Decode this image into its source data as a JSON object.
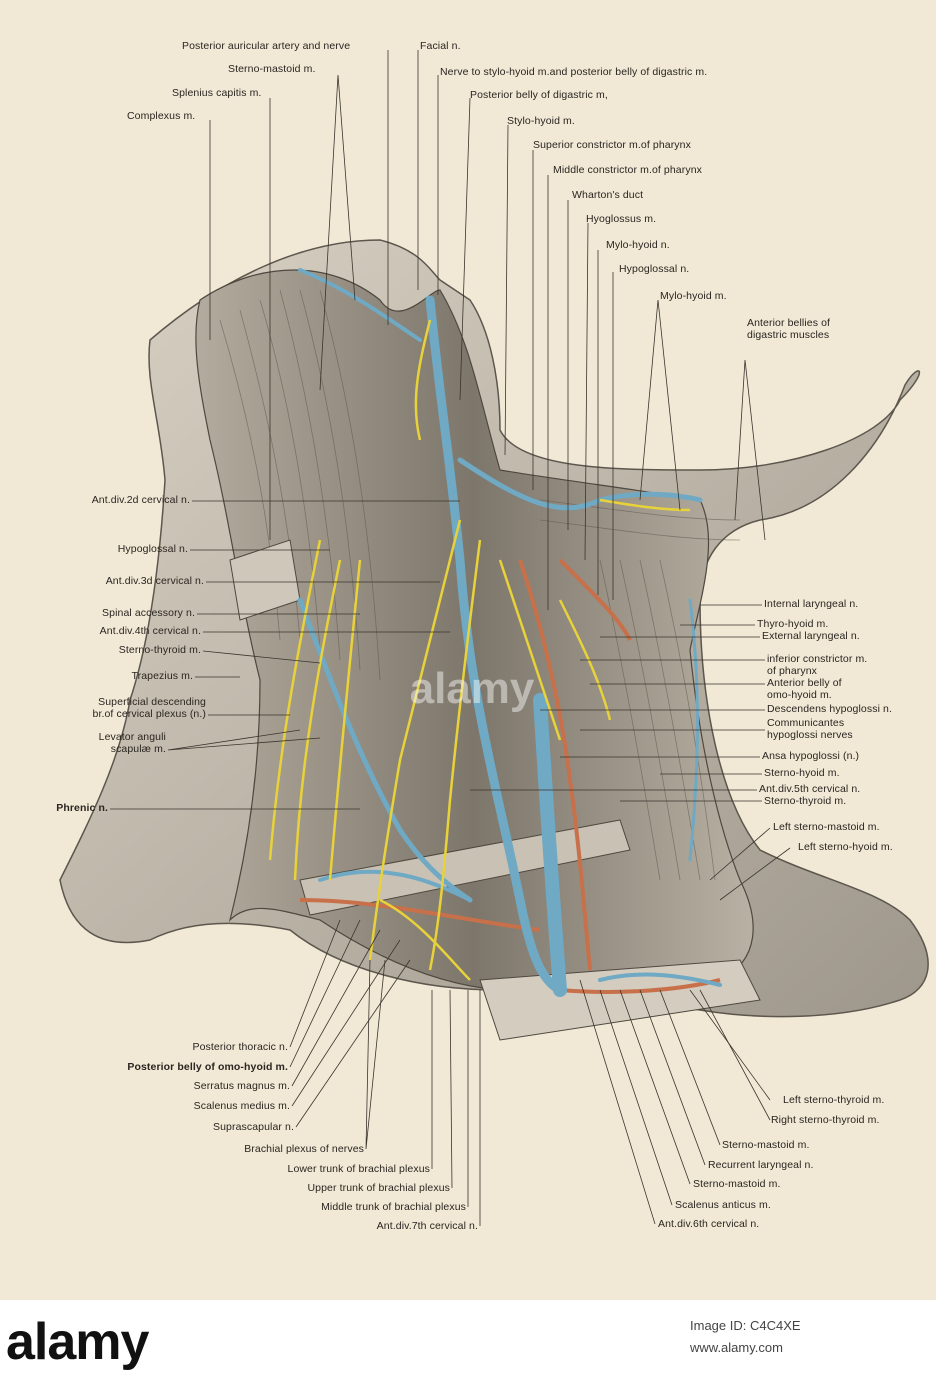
{
  "labels": {
    "top": [
      "Posterior auricular artery and nerve",
      "Facial n.",
      "Sterno-mastoid m.",
      "Nerve to stylo-hyoid m.and posterior belly of digastric m.",
      "Splenius capitis m.",
      "Posterior belly of digastric m,",
      "Complexus m.",
      "Stylo-hyoid m.",
      "Superior constrictor m.of pharynx",
      "Middle constrictor m.of pharynx",
      "Wharton's duct",
      "Hyoglossus m.",
      "Mylo-hyoid n.",
      "Hypoglossal n.",
      "Mylo-hyoid m.",
      "Anterior bellies of\ndigastric muscles"
    ],
    "left": [
      "Ant.div.2d cervical n.",
      "Hypoglossal n.",
      "Ant.div.3d cervical n.",
      "Spinal accessory n.",
      "Ant.div.4th cervical n.",
      "Sterno-thyroid m.",
      "Trapezius m.",
      "Superficial descending\nbr.of cervical plexus (n.)",
      "Levator anguli\nscapulæ m.",
      "Phrenic n."
    ],
    "right": [
      "Internal laryngeal n.",
      "Thyro-hyoid m.",
      "External laryngeal n.",
      "inferior constrictor m.\nof pharynx",
      "Anterior belly of\nomo-hyoid m.",
      "Descendens hypoglossi n.",
      "Communicantes\nhypoglossi nerves",
      "Ansa hypoglossi (n.)",
      "Sterno-hyoid m.",
      "Ant.div.5th cervical n.",
      "Sterno-thyroid m.",
      "Left sterno-mastoid m.",
      "Left sterno-hyoid m."
    ],
    "bottom_left": [
      "Posterior thoracic n.",
      "Posterior belly of omo-hyoid m.",
      "Serratus magnus m.",
      "Scalenus medius m.",
      "Suprascapular n.",
      "Brachial plexus of nerves",
      "Lower trunk of brachial plexus",
      "Upper trunk of brachial plexus",
      "Middle trunk of brachial plexus",
      "Ant.div.7th cervical n."
    ],
    "bottom_right": [
      "Left sterno-thyroid m.",
      "Right sterno-thyroid m.",
      "Sterno-mastoid m.",
      "Recurrent laryngeal n.",
      "Sterno-mastoid m.",
      "Scalenus anticus m.",
      "Ant.div.6th cervical n."
    ]
  },
  "watermark": "alamy",
  "footer": {
    "logo": "alamy",
    "image_id": "Image ID: C4C4XE",
    "url": "www.alamy.com"
  },
  "colors": {
    "paper": "#f1e8d6",
    "vein": "#6fa9c4",
    "nerve": "#e8d23a",
    "artery": "#c8704a",
    "muscle_shade": "#8a8478"
  }
}
